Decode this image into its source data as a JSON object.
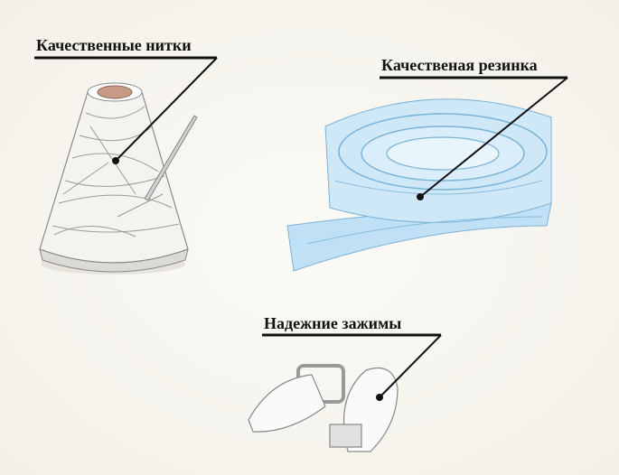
{
  "labels": {
    "thread": "Качественные нитки",
    "elastic": "Качественая резинка",
    "clips": "Надежние зажимы"
  },
  "colors": {
    "background": "#f5f3ec",
    "elastic": "#bfe0f5",
    "thread_core": "#c89a86",
    "text": "#111111"
  }
}
